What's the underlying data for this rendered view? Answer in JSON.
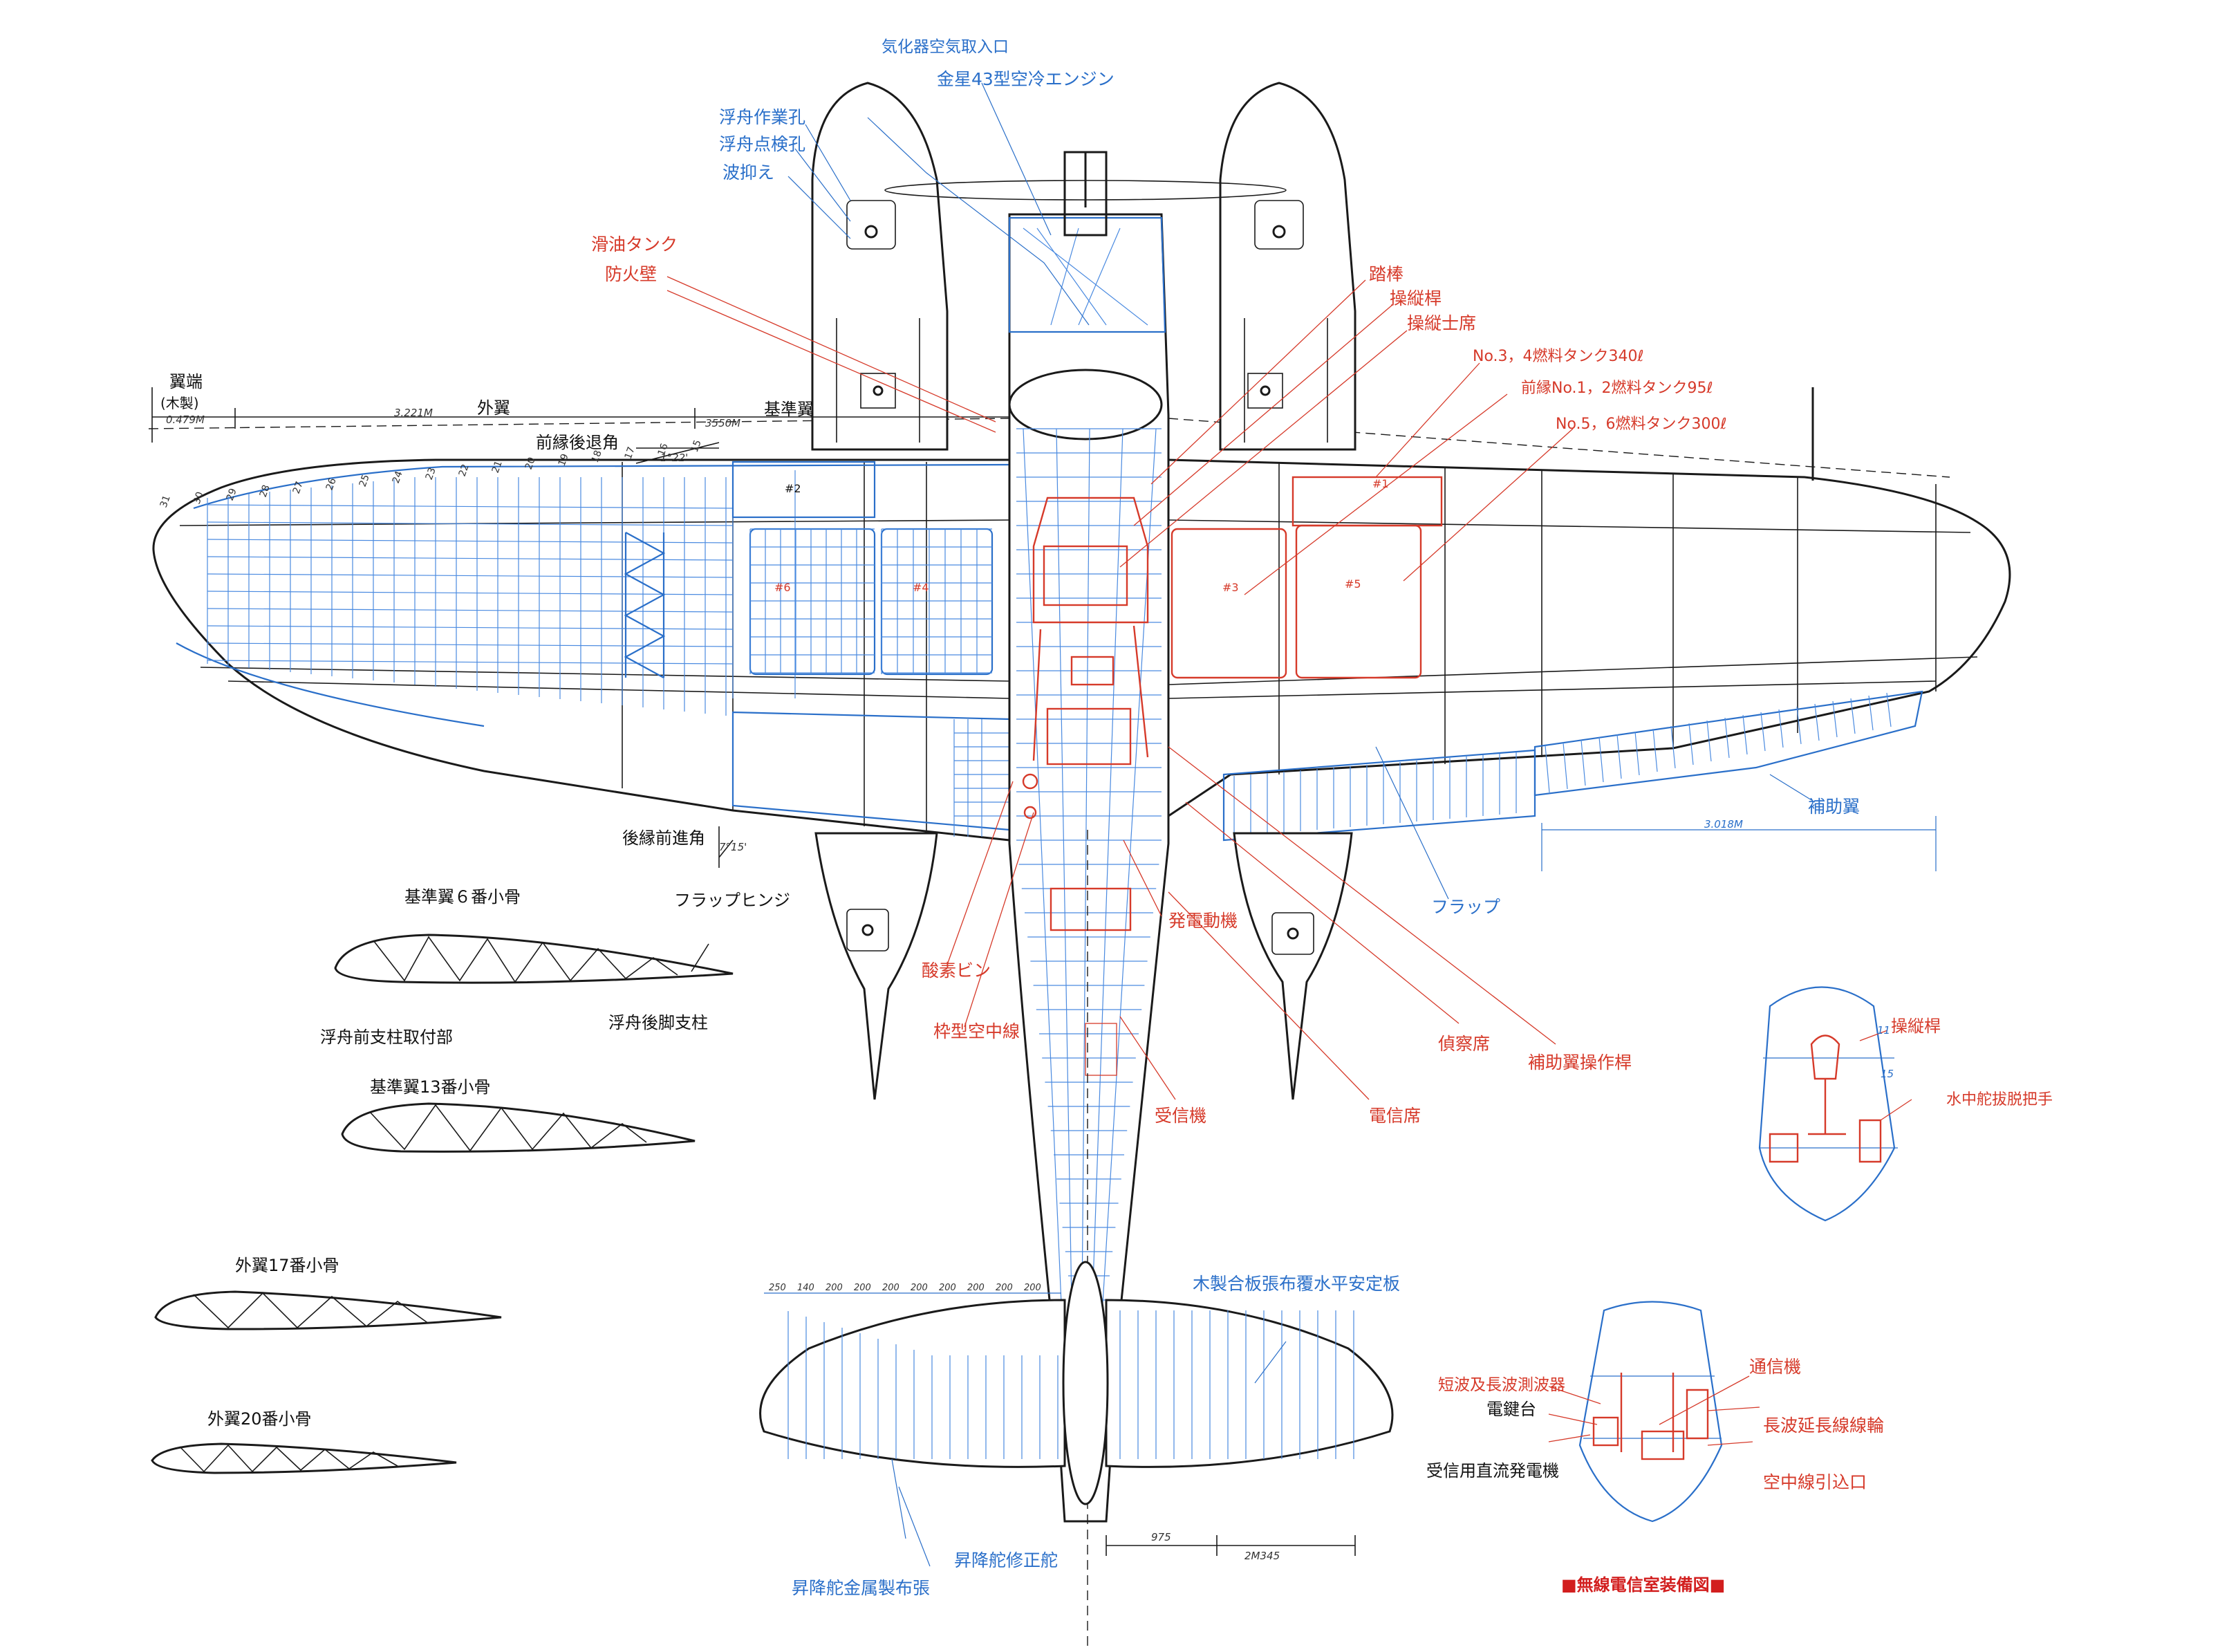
{
  "header": {
    "engine_intake": "気化器空気取入口",
    "engine": "金星43型空冷エンジン"
  },
  "float_labels": {
    "work_hole": "浮舟作業孔",
    "inspection_hole": "浮舟点検孔",
    "wave_suppressor": "波抑え"
  },
  "red_labels": {
    "oil_tank": "滑油タンク",
    "firewall": "防火壁",
    "rudder_pedal": "踏棒",
    "control_stick": "操縦桿",
    "pilot_seat": "操縦士席",
    "tank_34": "No.3，4燃料タンク340ℓ",
    "tank_front": "前縁No.1，2燃料タンク95ℓ",
    "tank_56": "No.5，6燃料タンク300ℓ",
    "generator": "発電動機",
    "oxygen": "酸素ビン",
    "frame_antenna": "枠型空中線",
    "receiver": "受信機",
    "observer_seat": "偵察席",
    "aileron_lever": "補助翼操作桿",
    "radio_seat": "電信席"
  },
  "blue_labels": {
    "aileron": "補助翼",
    "flap": "フラップ",
    "stabilizer": "木製合板張布覆水平安定板",
    "elevator_tab": "昇降舵修正舵",
    "elevator_fabric": "昇降舵金属製布張"
  },
  "wing": {
    "tip_label": "翼端",
    "tip_material": "(木製)",
    "tip_dim": "0.479M",
    "outer_dim": "3.221M",
    "outer_label": "外翼",
    "base_dim": "3550M",
    "base_label": "基準翼",
    "sweep_label": "前縁後退角",
    "sweep_value": "1°22'",
    "te_label": "後縁前進角",
    "te_value": "7°15'",
    "aileron_dim": "3.018M",
    "stations": [
      "31",
      "30",
      "29",
      "28",
      "27",
      "26",
      "25",
      "24",
      "23",
      "22",
      "21",
      "20",
      "19",
      "18",
      "17",
      "16",
      "15"
    ]
  },
  "ribs": {
    "rib6_title": "基準翼６番小骨",
    "flap_hinge": "フラップヒンジ",
    "float_front": "浮舟前支柱取付部",
    "float_rear": "浮舟後脚支柱",
    "rib13_title": "基準翼13番小骨",
    "rib17_title": "外翼17番小骨",
    "rib20_title": "外翼20番小骨"
  },
  "cockpit_detail": {
    "stick": "操縦桿",
    "rudder_release": "水中舵拔脱把手",
    "num_11": "11",
    "num_15": "15"
  },
  "radio_room": {
    "title": "■無線電信室装備図■",
    "wave_meter": "短波及長波測波器",
    "key": "電鍵台",
    "dc_generator": "受信用直流発電機",
    "transmitter": "通信機",
    "reel": "長波延長線線輪",
    "antenna_lead": "空中線引込口"
  },
  "tail": {
    "spacing": [
      "250",
      "140",
      "200",
      "200",
      "200",
      "200",
      "200",
      "200",
      "200",
      "200"
    ],
    "dim_975": "975",
    "dim_2345": "2M345"
  },
  "fuel_tank_ids": [
    "#2",
    "#1",
    "#6",
    "#4",
    "#3",
    "#5"
  ]
}
